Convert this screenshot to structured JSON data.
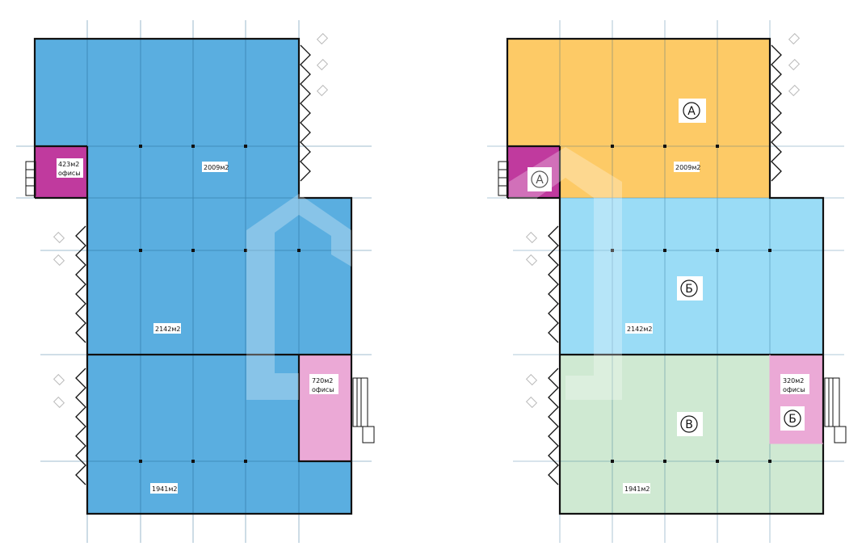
{
  "left_plan": {
    "zones": [
      {
        "area": "2009м2",
        "color": "#5aaee0"
      },
      {
        "area": "423м2",
        "sub": "офисы",
        "color": "#c03a9e"
      },
      {
        "area": "2142м2",
        "color": "#5aaee0"
      },
      {
        "area": "1941м2",
        "color": "#5aaee0"
      },
      {
        "area": "720м2",
        "sub": "офисы",
        "color": "#eba9d6"
      }
    ]
  },
  "right_plan": {
    "zones": [
      {
        "area": "2009м2",
        "color": "#fdca66",
        "marker": "А"
      },
      {
        "area": "",
        "color": "#c03a9e",
        "marker": "А"
      },
      {
        "area": "2142м2",
        "color": "#9adcf6",
        "marker": "Б"
      },
      {
        "area": "1941м2",
        "color": "#cfe9d2",
        "marker": "В"
      },
      {
        "area": "320м2",
        "sub": "офисы",
        "color": "#eba9d6",
        "marker": "Б"
      }
    ]
  }
}
